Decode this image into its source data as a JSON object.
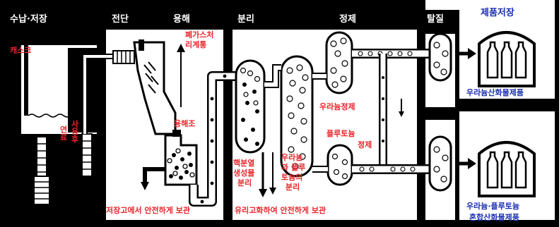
{
  "sections": {
    "storage": "수납·저장",
    "shear": "전단",
    "dissolve": "용해",
    "separation": "분리",
    "purification": "정제",
    "denitration": "탈질",
    "product_storage": "제품저장"
  },
  "labels": {
    "cask": "캐스크",
    "spent_fuel_1": "사용후",
    "spent_fuel_2": "연료",
    "offgas_1": "폐가스처",
    "offgas_2": "리계통",
    "dissolver": "용해조",
    "fp_1": "핵분열",
    "fp_2": "생성물",
    "fp_3": "분리",
    "upu_1": "우라늄",
    "upu_2": "과 플루",
    "upu_3": "토늄의",
    "upu_4": "분리",
    "u_purify": "우라늄정제",
    "pu_purify_1": "플루토늄",
    "pu_purify_2": "정제",
    "u_product": "우라늄산화물제품",
    "mox_product_1": "우라늄·플루토늄",
    "mox_product_2": "혼합산화물제품",
    "store_safe": "저장고에서 안전하게 보관",
    "vitrify_safe": "유리고화하여 안전하게 보관"
  },
  "colors": {
    "ink": "#000000",
    "red_text": "#e8262c",
    "blue_text": "#1a2fb0",
    "white_text": "#ffffff"
  }
}
